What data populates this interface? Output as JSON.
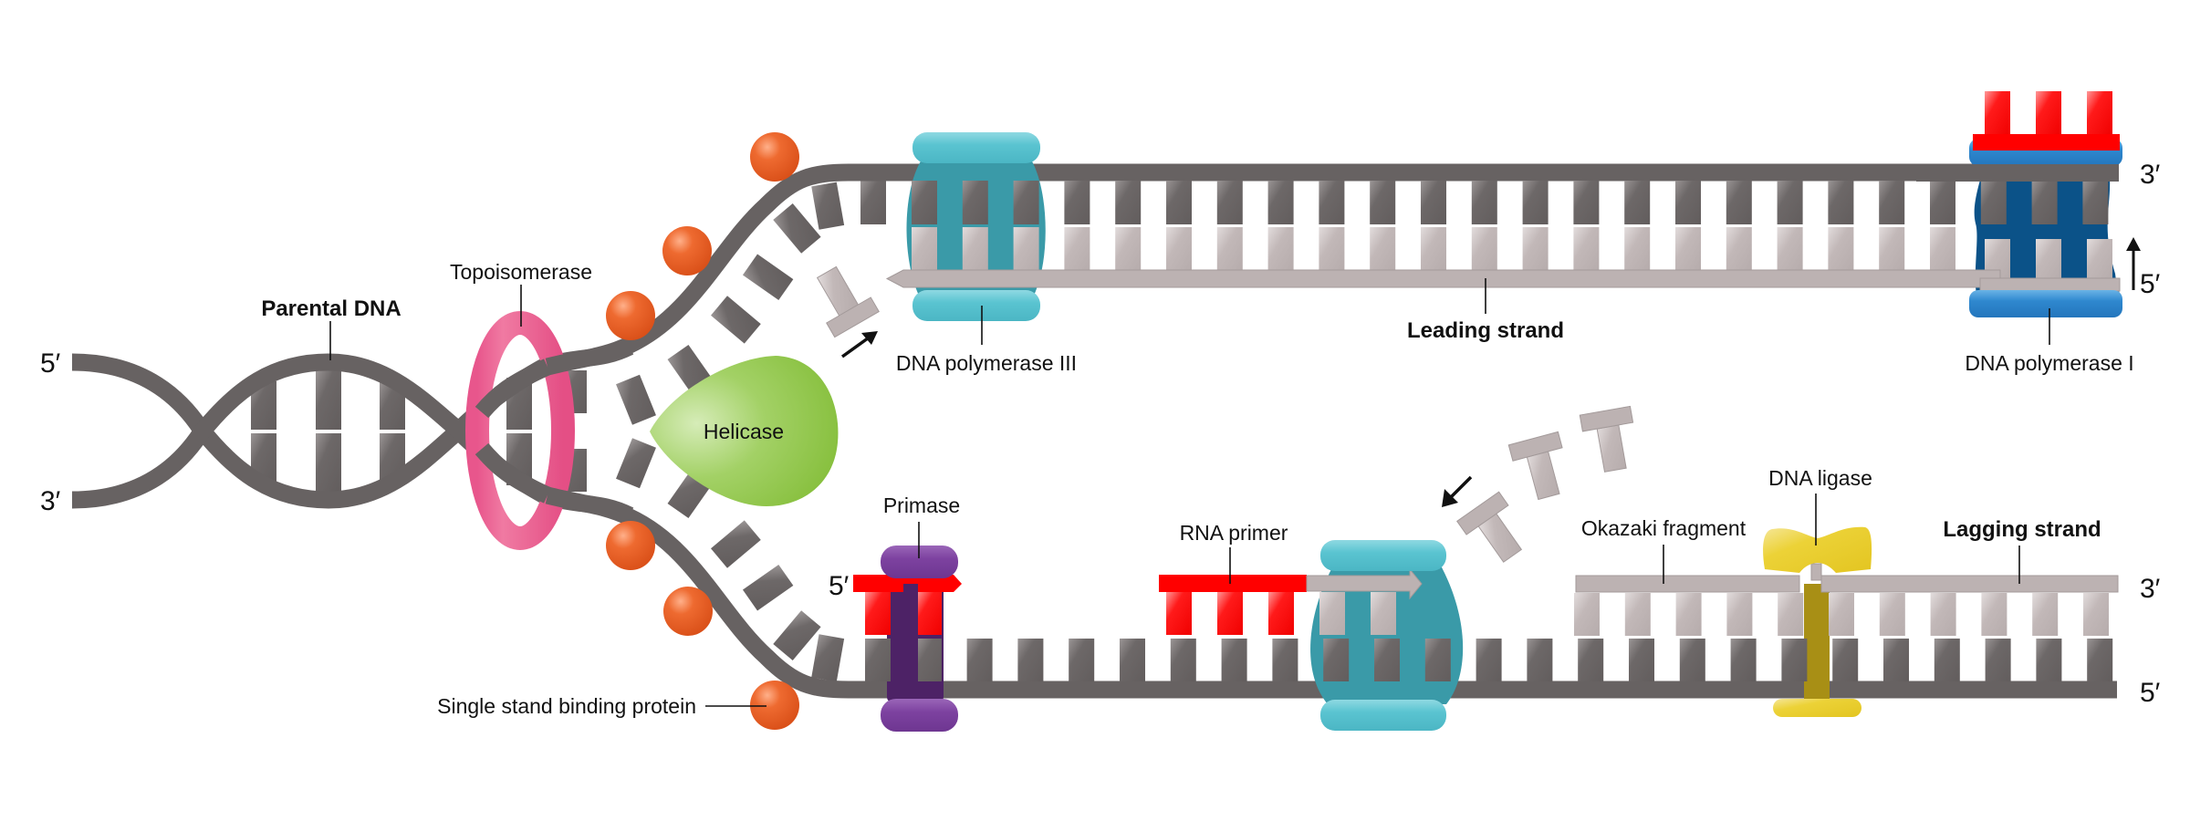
{
  "title": "DNA replication fork",
  "labels": {
    "parental_dna": "Parental DNA",
    "topoisomerase": "Topoisomerase",
    "helicase": "Helicase",
    "ssb": "Single stand binding protein",
    "dna_pol_iii": "DNA polymerase III",
    "leading_strand": "Leading strand",
    "dna_pol_i": "DNA polymerase I",
    "primase": "Primase",
    "rna_primer": "RNA primer",
    "okazaki": "Okazaki fragment",
    "dna_ligase": "DNA ligase",
    "lagging_strand": "Lagging strand"
  },
  "ends": {
    "parental_top": "5′",
    "parental_bottom": "3′",
    "leading_top_right": "3′",
    "leading_new_right": "5′",
    "lagging_primer_left": "5′",
    "lagging_new_right": "3′",
    "lagging_template_right": "5′"
  },
  "colors": {
    "backbone": "#676262",
    "base_dark": "#6a6565",
    "base_light": "#bdb3b3",
    "new_strand": "#bcb2b2",
    "topoisomerase": "#e8538a",
    "helicase": "#8cc63f",
    "ssb": "#e85a25",
    "pol_iii_cap": "#5bc3d0",
    "pol_iii_body": "#3a9aa8",
    "pol_i_cap": "#2f86cc",
    "pol_i_body": "#0b5288",
    "primer": "#ff0000",
    "primase_cap": "#7b3f9c",
    "primase_body": "#4d2266",
    "ligase": "#ebcf2e",
    "ligase_stem": "#a88f15"
  }
}
